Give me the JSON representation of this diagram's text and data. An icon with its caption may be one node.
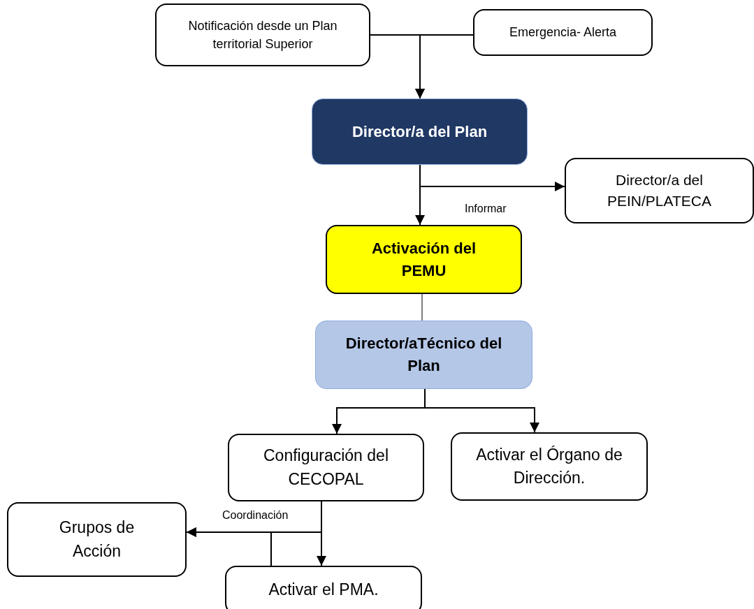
{
  "diagram": {
    "nodes": [
      {
        "text": [
          "Notificación desde un Plan territorial Superior"
        ]
      },
      {
        "text": [
          "Emergencia- Alerta"
        ]
      },
      {
        "text": [
          "Director/a del Plan"
        ]
      },
      {
        "text": [
          "Director/a del PEIN/PLATECA"
        ]
      },
      {
        "text": [
          "Activación del PEMU"
        ]
      },
      {
        "text": [
          "Director/aTécnico del Plan"
        ]
      },
      {
        "text": [
          "Configuración del CECOPAL"
        ]
      },
      {
        "text": [
          "Activar el Órgano de Dirección."
        ]
      },
      {
        "text": [
          "Grupos de Acción"
        ]
      },
      {
        "text": [
          "Activar el PMA."
        ]
      }
    ],
    "edges": [
      {
        "from": 0,
        "to": 2,
        "arrow": "to"
      },
      {
        "from": 1,
        "to": 2,
        "arrow": "to"
      },
      {
        "from": 2,
        "to": 4,
        "arrow": "to"
      },
      {
        "from": 2,
        "to": 3,
        "arrow": "to",
        "label": "Informar"
      },
      {
        "from": 4,
        "to": 5,
        "arrow": "none"
      },
      {
        "from": 5,
        "to": 6,
        "arrow": "to"
      },
      {
        "from": 5,
        "to": 7,
        "arrow": "to"
      },
      {
        "from": 6,
        "to": 9,
        "arrow": "to"
      },
      {
        "from": 6,
        "to": 8,
        "arrow": "to",
        "label": "Coordinación"
      },
      {
        "from": 9,
        "to": 8,
        "arrow": "to"
      }
    ]
  }
}
